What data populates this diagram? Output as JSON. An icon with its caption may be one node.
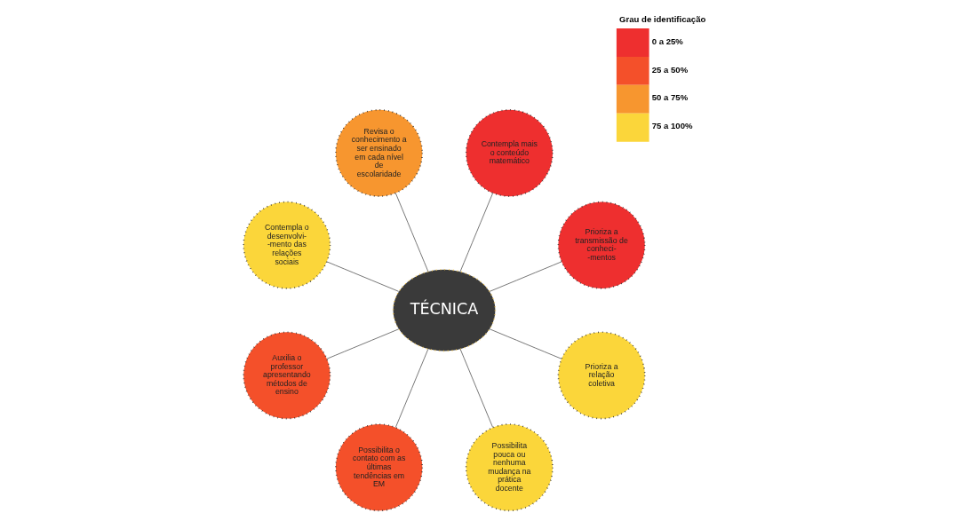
{
  "diagram": {
    "nodes": [
      {
        "text": [
          "TÉCNICA"
        ]
      },
      {
        "text": [
          "Prioriza a transmissão de conheci- -mentos"
        ]
      },
      {
        "text": [
          "Contempla mais o conteúdo matemático"
        ]
      },
      {
        "text": [
          "Revisa o conhecimento a ser ensinado em cada nível de escolaridade"
        ]
      },
      {
        "text": [
          "Contempla o desenvolvi- -mento das relações sociais"
        ]
      },
      {
        "text": [
          "Auxilia o professor apresentando métodos de ensino"
        ]
      },
      {
        "text": [
          "Possibilita o contato com as últimas tendências em EM"
        ]
      },
      {
        "text": [
          "Possibilita pouca ou nenhuma mudança na prática docente"
        ]
      },
      {
        "text": [
          "Prioriza a relação coletiva"
        ]
      }
    ],
    "edges": [
      {
        "from": 0,
        "to": 1,
        "arrow": "none"
      },
      {
        "from": 0,
        "to": 2,
        "arrow": "none"
      },
      {
        "from": 0,
        "to": 3,
        "arrow": "none"
      },
      {
        "from": 0,
        "to": 4,
        "arrow": "none"
      },
      {
        "from": 0,
        "to": 5,
        "arrow": "none"
      },
      {
        "from": 0,
        "to": 6,
        "arrow": "none"
      },
      {
        "from": 0,
        "to": 7,
        "arrow": "none"
      },
      {
        "from": 0,
        "to": 8,
        "arrow": "none"
      }
    ],
    "labels": [
      "Grau de identificação"
    ],
    "legend": [
      {
        "text": "0 a 25%",
        "color": "#ee2f2f"
      },
      {
        "text": "25 a 50%",
        "color": "#f4502a"
      },
      {
        "text": "50 a 75%",
        "color": "#f7962f"
      },
      {
        "text": "75 a 100%",
        "color": "#fbd63a"
      }
    ]
  }
}
